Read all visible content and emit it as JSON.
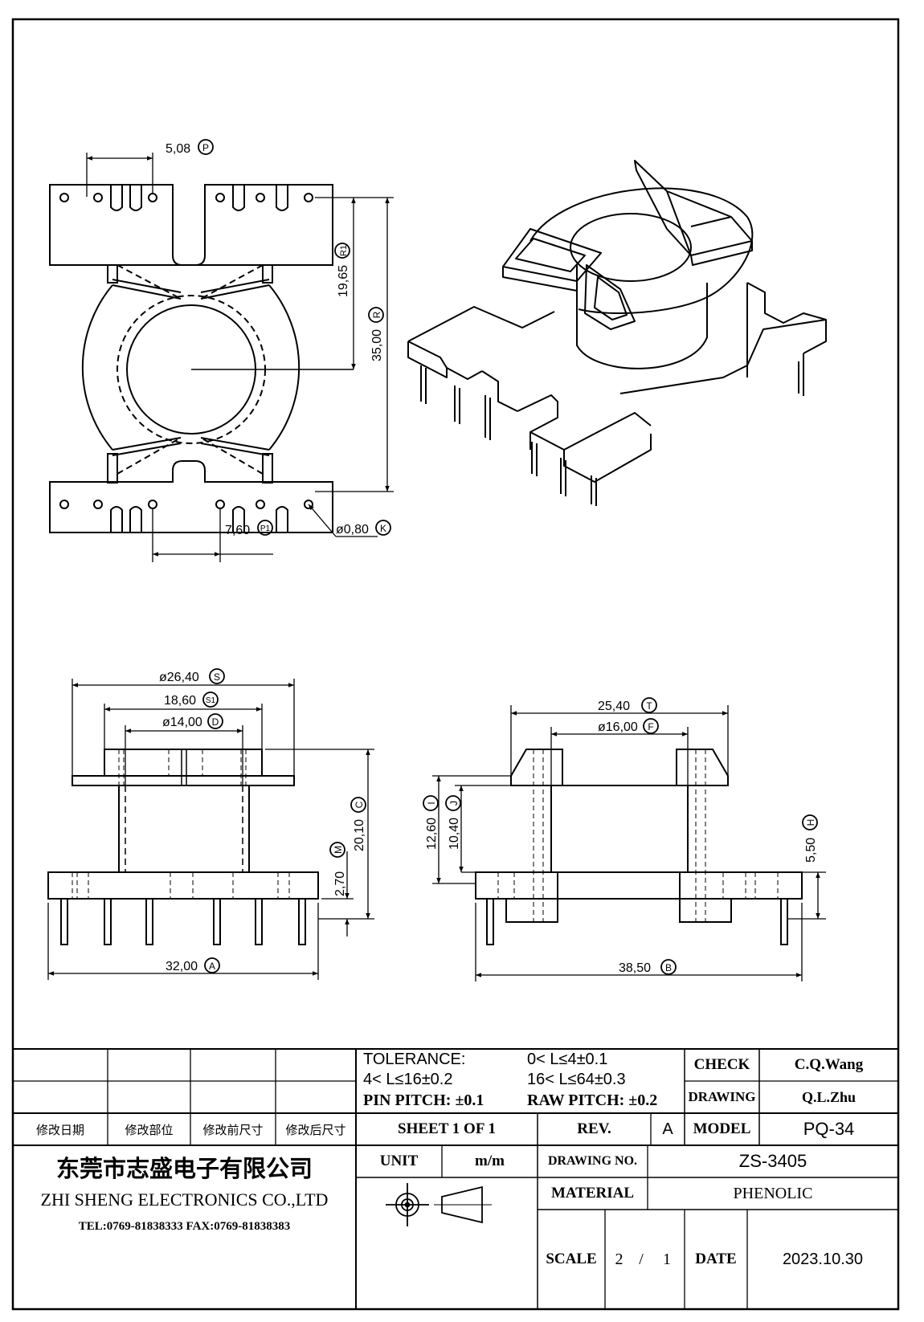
{
  "dimensions": {
    "pitch_top": "5,08",
    "pitch_top_tag": "P",
    "pitch_bottom": "7,60",
    "pitch_bottom_tag": "P1",
    "pin_dia": "ø0,80",
    "pin_dia_tag": "K",
    "half_height": "19,65",
    "half_height_tag": "R1",
    "height": "35,00",
    "height_tag": "R",
    "flange_dia": "ø26,40",
    "flange_dia_tag": "S",
    "inner_width": "18,60",
    "inner_width_tag": "S1",
    "core_dia": "ø14,00",
    "core_dia_tag": "D",
    "overall_height": "20,10",
    "overall_height_tag": "C",
    "base_height": "2,70",
    "base_height_tag": "M",
    "width_a": "32,00",
    "width_a_tag": "A",
    "width_t": "25,40",
    "width_t_tag": "T",
    "dia_f": "ø16,00",
    "dia_f_tag": "F",
    "height_i": "12,60",
    "height_i_tag": "I",
    "height_j": "10,40",
    "height_j_tag": "J",
    "height_h": "5,50",
    "height_h_tag": "H",
    "width_b": "38,50",
    "width_b_tag": "B"
  },
  "title_block": {
    "revision_headers": [
      "修改日期",
      "修改部位",
      "修改前尺寸",
      "修改后尺寸"
    ],
    "tolerance_label": "TOLERANCE:",
    "tol_1": "0< L≤4±0.1",
    "tol_2": "4< L≤16±0.2",
    "tol_3": "16< L≤64±0.3",
    "pin_pitch": "PIN PITCH: ±0.1",
    "raw_pitch": "RAW PITCH: ±0.2",
    "check_label": "CHECK",
    "check_value": "C.Q.Wang",
    "drawing_label": "DRAWING",
    "drawing_value": "Q.L.Zhu",
    "sheet": "SHEET 1 OF 1",
    "rev_label": "REV.",
    "rev_value": "A",
    "model_label": "MODEL",
    "model_value": "PQ-34",
    "company_cn": "东莞市志盛电子有限公司",
    "company_en": "ZHI SHENG ELECTRONICS CO.,LTD",
    "contact": "TEL:0769-81838333 FAX:0769-81838383",
    "unit_label": "UNIT",
    "unit_value": "m/m",
    "drawing_no_label": "DRAWING NO.",
    "drawing_no_value": "ZS-3405",
    "material_label": "MATERIAL",
    "material_value": "PHENOLIC",
    "scale_label": "SCALE",
    "scale_a": "2",
    "scale_sep": "/",
    "scale_b": "1",
    "date_label": "DATE",
    "date_value": "2023.10.30"
  }
}
